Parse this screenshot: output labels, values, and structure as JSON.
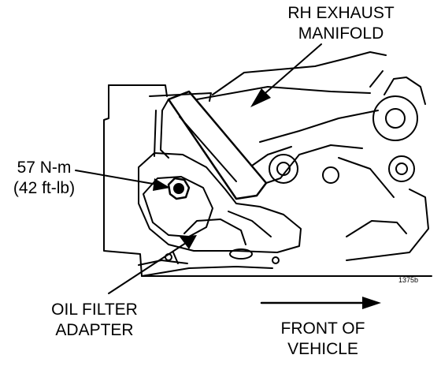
{
  "labels": {
    "exhaust_manifold_line1": "RH EXHAUST",
    "exhaust_manifold_line2": "MANIFOLD",
    "torque_line1": "57 N-m",
    "torque_line2": "(42 ft-lb)",
    "oil_filter_line1": "OIL FILTER",
    "oil_filter_line2": "ADAPTER",
    "front_line1": "FRONT OF",
    "front_line2": "VEHICLE",
    "figure_number": "1375b"
  },
  "colors": {
    "ink": "#000000",
    "background": "#ffffff"
  }
}
